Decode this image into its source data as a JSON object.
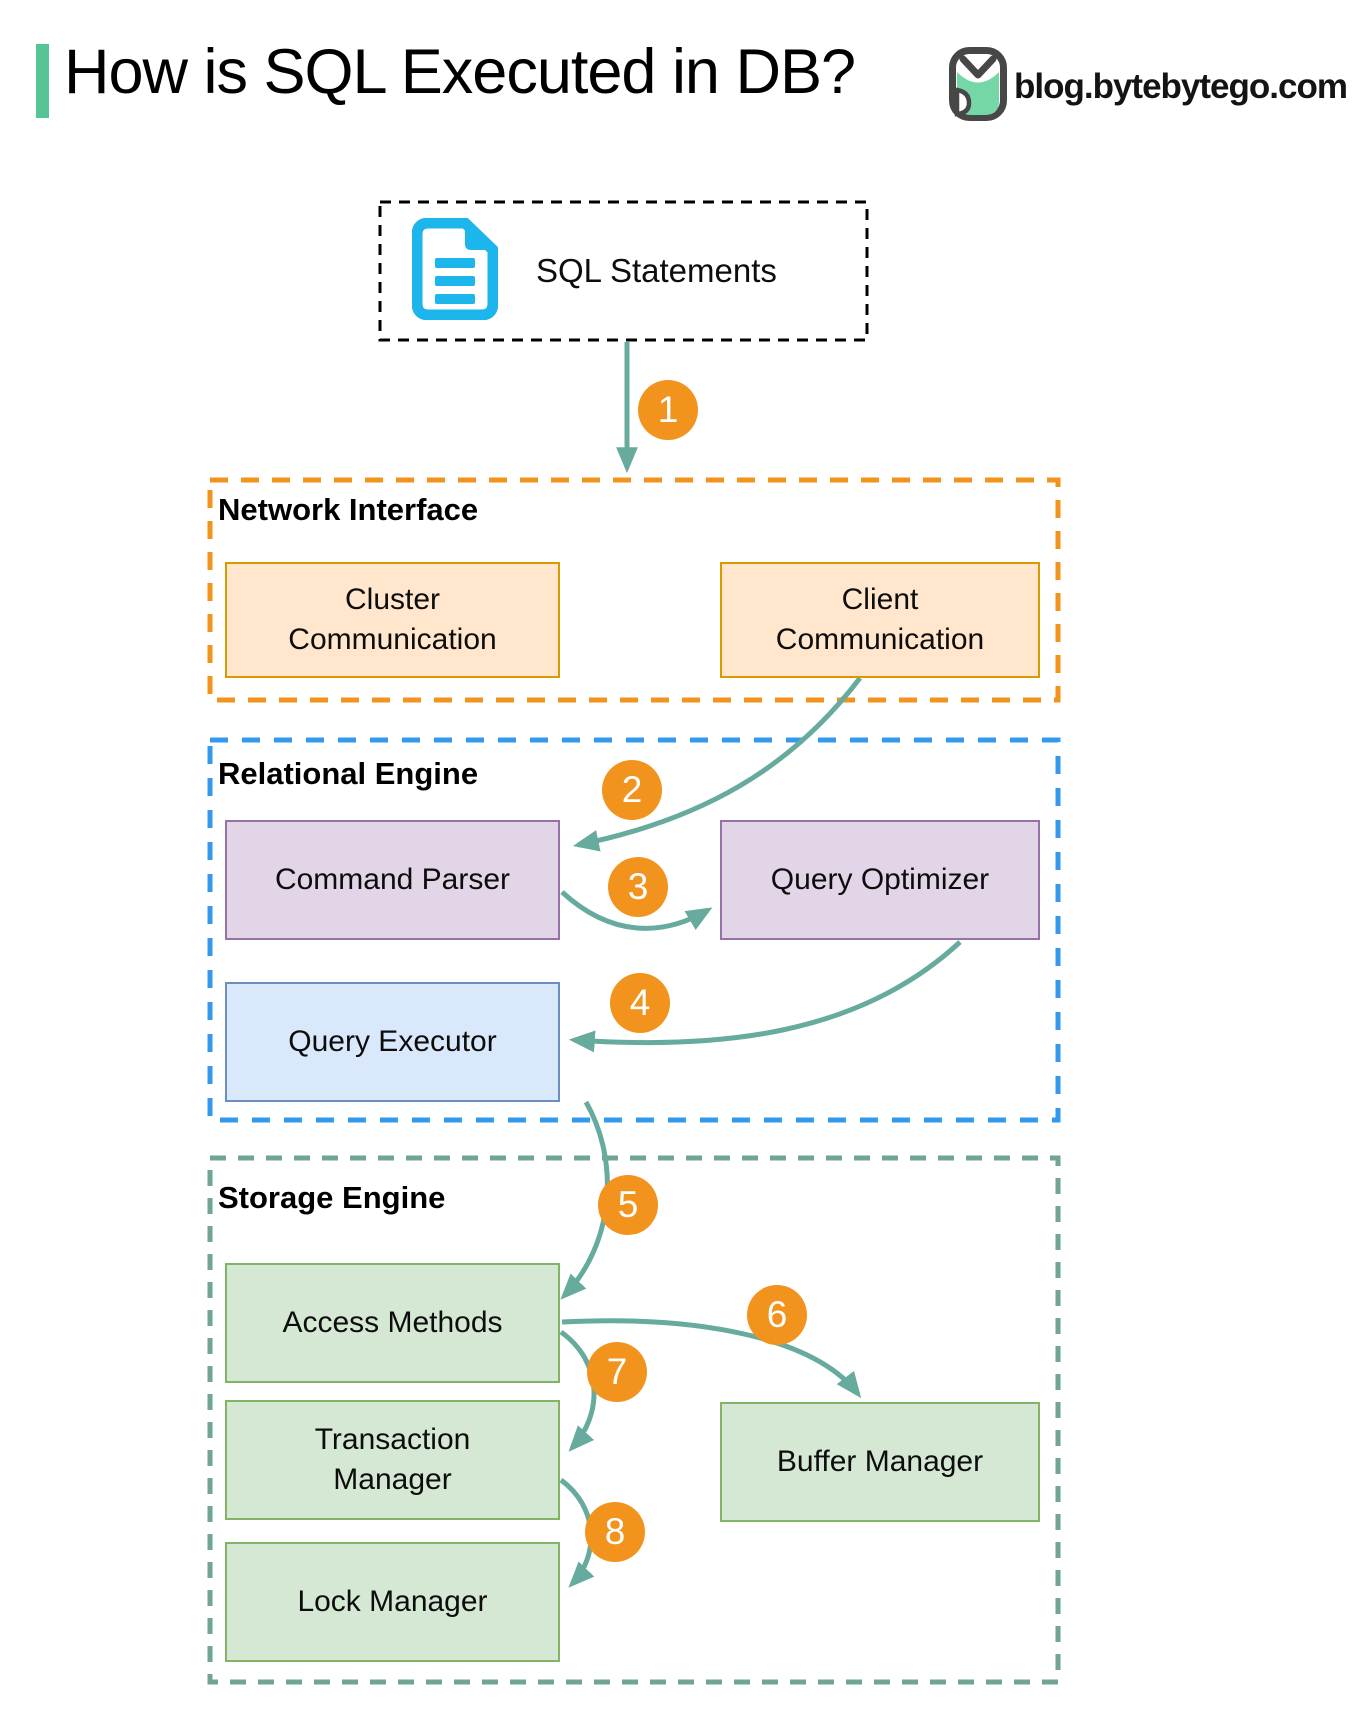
{
  "header": {
    "title": "How is SQL Executed in DB?",
    "brand": "blog.bytebytego.com"
  },
  "source_box": {
    "label": "SQL Statements",
    "icon": "document-icon"
  },
  "sections": [
    {
      "label": "Network Interface",
      "border_color": "#F2931E",
      "boxes": [
        {
          "label": "Cluster Communication"
        },
        {
          "label": "Client Communication"
        }
      ]
    },
    {
      "label": "Relational Engine",
      "border_color": "#3399EE",
      "boxes": [
        {
          "label": "Command Parser"
        },
        {
          "label": "Query Optimizer"
        },
        {
          "label": "Query Executor"
        }
      ]
    },
    {
      "label": "Storage Engine",
      "border_color": "#6FA591",
      "boxes": [
        {
          "label": "Access Methods"
        },
        {
          "label": "Buffer Manager"
        },
        {
          "label": "Transaction Manager"
        },
        {
          "label": "Lock Manager"
        }
      ]
    }
  ],
  "steps": [
    {
      "number": "1"
    },
    {
      "number": "2"
    },
    {
      "number": "3"
    },
    {
      "number": "4"
    },
    {
      "number": "5"
    },
    {
      "number": "6"
    },
    {
      "number": "7"
    },
    {
      "number": "8"
    }
  ],
  "colors": {
    "accent_green": "#56C596",
    "arrow_teal": "#67AB9F",
    "step_orange": "#F2931E",
    "orange_box_fill": "#FFE6CC",
    "orange_box_stroke": "#D79B00",
    "purple_box_fill": "#E1D5E7",
    "purple_box_stroke": "#9673A6",
    "blue_box_fill": "#DAE8FC",
    "blue_box_stroke": "#6C8EBF",
    "green_box_fill": "#D5E8D4",
    "green_box_stroke": "#82B366",
    "doc_icon_cyan": "#1CB5EC",
    "logo_mint": "#76D7A6",
    "logo_outline": "#474747"
  }
}
